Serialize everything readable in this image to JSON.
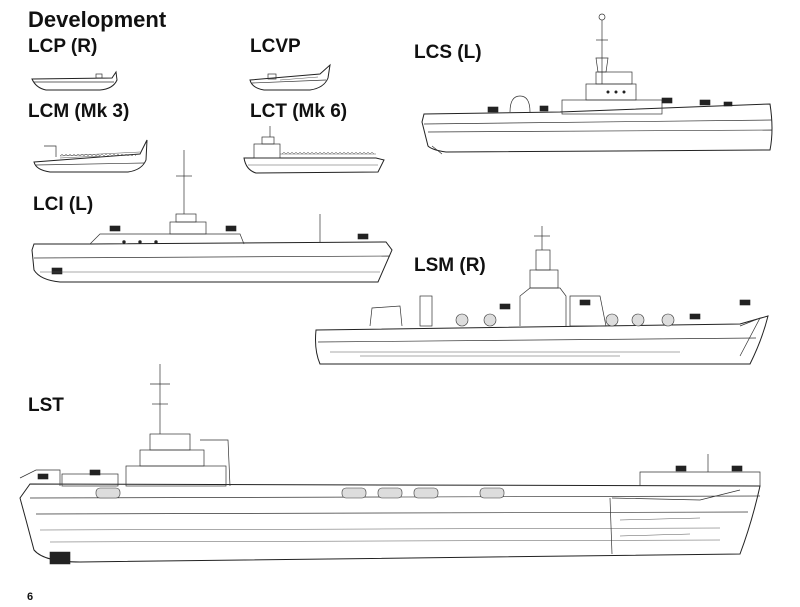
{
  "page_title": "Development",
  "page_number": "6",
  "ships": [
    {
      "id": "lcp-r",
      "label": "LCP (R)"
    },
    {
      "id": "lcvp",
      "label": "LCVP"
    },
    {
      "id": "lcs-l",
      "label": "LCS (L)"
    },
    {
      "id": "lcm-mk3",
      "label": "LCM (Mk 3)"
    },
    {
      "id": "lct-mk6",
      "label": "LCT (Mk 6)"
    },
    {
      "id": "lci-l",
      "label": "LCI (L)"
    },
    {
      "id": "lsm-r",
      "label": "LSM (R)"
    },
    {
      "id": "lst",
      "label": "LST"
    }
  ]
}
